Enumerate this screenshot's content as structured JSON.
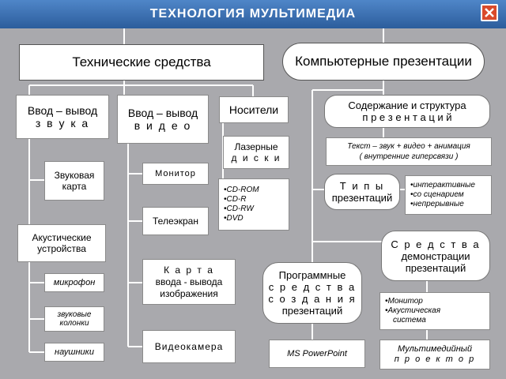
{
  "title": "ТЕХНОЛОГИЯ   МУЛЬТИМЕДИА",
  "close_icon": "close-icon",
  "colors": {
    "titlebar": "#3a6fb0",
    "background": "#a9a9ad",
    "close": "#d94a2b"
  },
  "tech": {
    "header": "Технические  средства",
    "sound_input": [
      "Ввод – вывод",
      "з в у к а"
    ],
    "video_input": [
      "Ввод – вывод",
      "в и д е о"
    ],
    "media": "Носители",
    "sound_card": [
      "Звуковая",
      "карта"
    ],
    "acoustic": [
      "Акустические",
      "устройства"
    ],
    "microphone": "микрофон",
    "speakers": [
      "звуковые",
      "колонки"
    ],
    "headphones": "наушники",
    "monitor": "Монитор",
    "tv": "Телеэкран",
    "capture_card": [
      "К а р т а",
      "ввода - вывода",
      "изображения"
    ],
    "camcorder": "Видеокамера",
    "laser_disks": [
      "Лазерные",
      "д и с к и"
    ],
    "disk_types": [
      "CD-ROM",
      "CD-R",
      "CD-RW",
      "DVD"
    ]
  },
  "presentations": {
    "header": "Компьютерные  презентации",
    "content": [
      "Содержание  и  структура",
      "п р е з е н т а ц и й"
    ],
    "formula": [
      "Текст – звук + видео + анимация",
      "( внутренние гиперсвязи )"
    ],
    "types": [
      "Т и п ы",
      "презентаций"
    ],
    "type_list": [
      "интерактивные",
      "со  сценарием",
      "непрерывные"
    ],
    "demo_means": [
      "С р е д с т в а",
      "демонстрации",
      "презентаций"
    ],
    "demo_list": [
      "Монитор",
      "Акустическая",
      "система"
    ],
    "projector": [
      "Мультимедийный",
      "п р о е к т о р"
    ],
    "software": [
      "Программные",
      "с р е д с т в а",
      "с о з д а н и я",
      "презентаций"
    ],
    "powerpoint": "MS PowerPoint"
  }
}
